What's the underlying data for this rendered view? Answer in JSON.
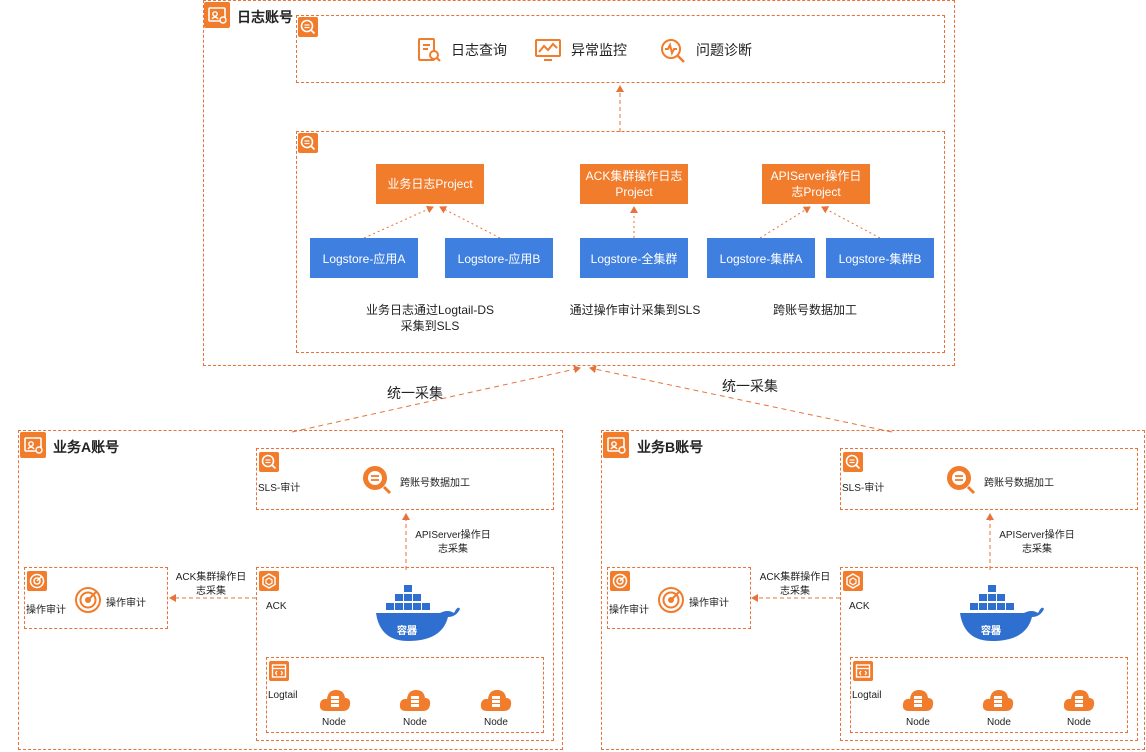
{
  "log_account": {
    "title": "日志账号",
    "tools": [
      "日志查询",
      "异常监控",
      "问题诊断"
    ],
    "projects": [
      {
        "line1": "业务日志Project",
        "line2": ""
      },
      {
        "line1": "ACK集群操作日志",
        "line2": "Project"
      },
      {
        "line1": "APIServer操作日",
        "line2": "志Project"
      }
    ],
    "logstores": [
      "Logstore-应用A",
      "Logstore-应用B",
      "Logstore-全集群",
      "Logstore-集群A",
      "Logstore-集群B"
    ],
    "captions": [
      {
        "line1": "业务日志通过Logtail-DS",
        "line2": "采集到SLS"
      },
      {
        "line1": "通过操作审计采集到SLS",
        "line2": ""
      },
      {
        "line1": "跨账号数据加工",
        "line2": ""
      }
    ]
  },
  "collect_label": "统一采集",
  "accounts": [
    {
      "title": "业务A账号",
      "sls_label": "SLS-审计",
      "sls_process": "跨账号数据加工",
      "api_caption_1": "APIServer操作日",
      "api_caption_2": "志采集",
      "ack_caption_1": "ACK集群操作日",
      "ack_caption_2": "志采集",
      "audit_label": "操作审计",
      "audit_inner": "操作审计",
      "ack_label": "ACK",
      "container_label": "容器",
      "logtail_label": "Logtail",
      "nodes": [
        "Node",
        "Node",
        "Node"
      ]
    },
    {
      "title": "业务B账号",
      "sls_label": "SLS-审计",
      "sls_process": "跨账号数据加工",
      "api_caption_1": "APIServer操作日",
      "api_caption_2": "志采集",
      "ack_caption_1": "ACK集群操作日",
      "ack_caption_2": "志采集",
      "audit_label": "操作审计",
      "audit_inner": "操作审计",
      "ack_label": "ACK",
      "container_label": "容器",
      "logtail_label": "Logtail",
      "nodes": [
        "Node",
        "Node",
        "Node"
      ]
    }
  ],
  "colors": {
    "accent": "#f07c2c",
    "dash": "#e8733a",
    "blue": "#3f7fdf",
    "docker": "#2f6fcf"
  }
}
